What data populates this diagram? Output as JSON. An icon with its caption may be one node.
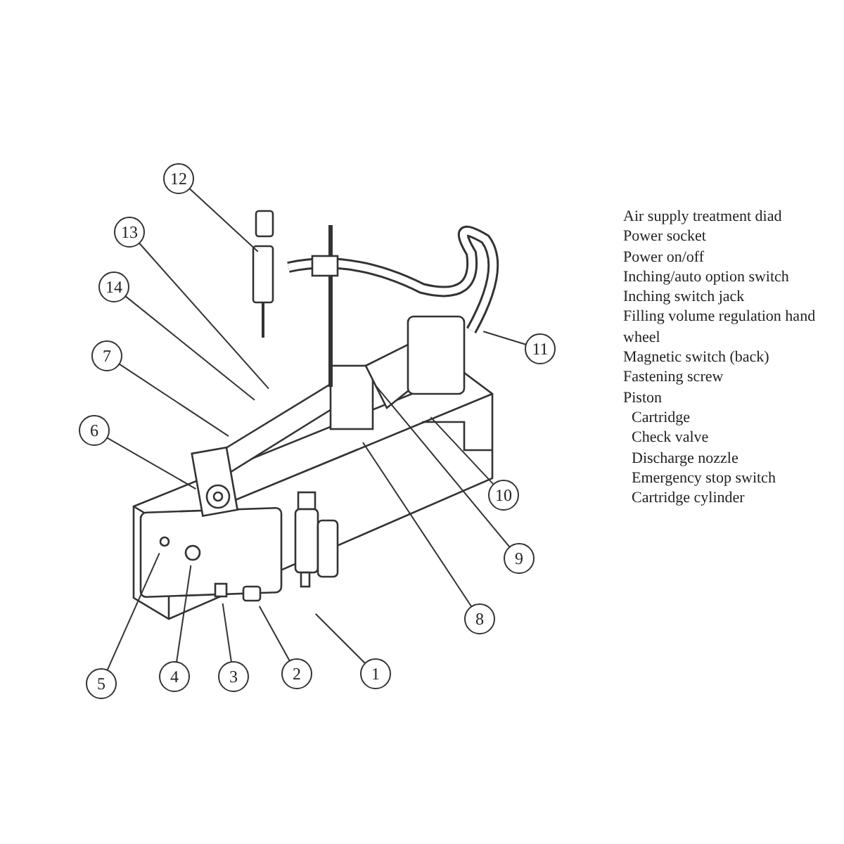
{
  "diagram": {
    "nodes": [
      {
        "text": [
          "1"
        ]
      },
      {
        "text": [
          "2"
        ]
      },
      {
        "text": [
          "3"
        ]
      },
      {
        "text": [
          "4"
        ]
      },
      {
        "text": [
          "5"
        ]
      },
      {
        "text": [
          "6"
        ]
      },
      {
        "text": [
          "7"
        ]
      },
      {
        "text": [
          "8"
        ]
      },
      {
        "text": [
          "9"
        ]
      },
      {
        "text": [
          "10"
        ]
      },
      {
        "text": [
          "11"
        ]
      },
      {
        "text": [
          "12"
        ]
      },
      {
        "text": [
          "13"
        ]
      },
      {
        "text": [
          "14"
        ]
      }
    ],
    "edges": [
      {
        "from": 0,
        "to": null,
        "arrow": "none"
      },
      {
        "from": 1,
        "to": null,
        "arrow": "none"
      },
      {
        "from": 2,
        "to": null,
        "arrow": "none"
      },
      {
        "from": 3,
        "to": null,
        "arrow": "none"
      },
      {
        "from": 4,
        "to": null,
        "arrow": "none"
      },
      {
        "from": 5,
        "to": null,
        "arrow": "none"
      },
      {
        "from": 6,
        "to": null,
        "arrow": "none"
      },
      {
        "from": 7,
        "to": null,
        "arrow": "none"
      },
      {
        "from": 8,
        "to": null,
        "arrow": "none"
      },
      {
        "from": 9,
        "to": null,
        "arrow": "none"
      },
      {
        "from": 10,
        "to": null,
        "arrow": "none"
      },
      {
        "from": 11,
        "to": null,
        "arrow": "none"
      },
      {
        "from": 12,
        "to": null,
        "arrow": "none"
      },
      {
        "from": 13,
        "to": null,
        "arrow": "none"
      }
    ],
    "labels": [
      "Air supply treatment diad",
      "Power socket",
      "Power on/off",
      "Inching/auto option switch",
      "Inching switch jack",
      "Filling volume regulation hand wheel",
      "Magnetic switch (back)",
      "Fastening screw",
      "Piston",
      "Cartridge",
      "Check valve",
      "Discharge nozzle",
      "Emergency stop switch",
      "Cartridge cylinder"
    ]
  }
}
